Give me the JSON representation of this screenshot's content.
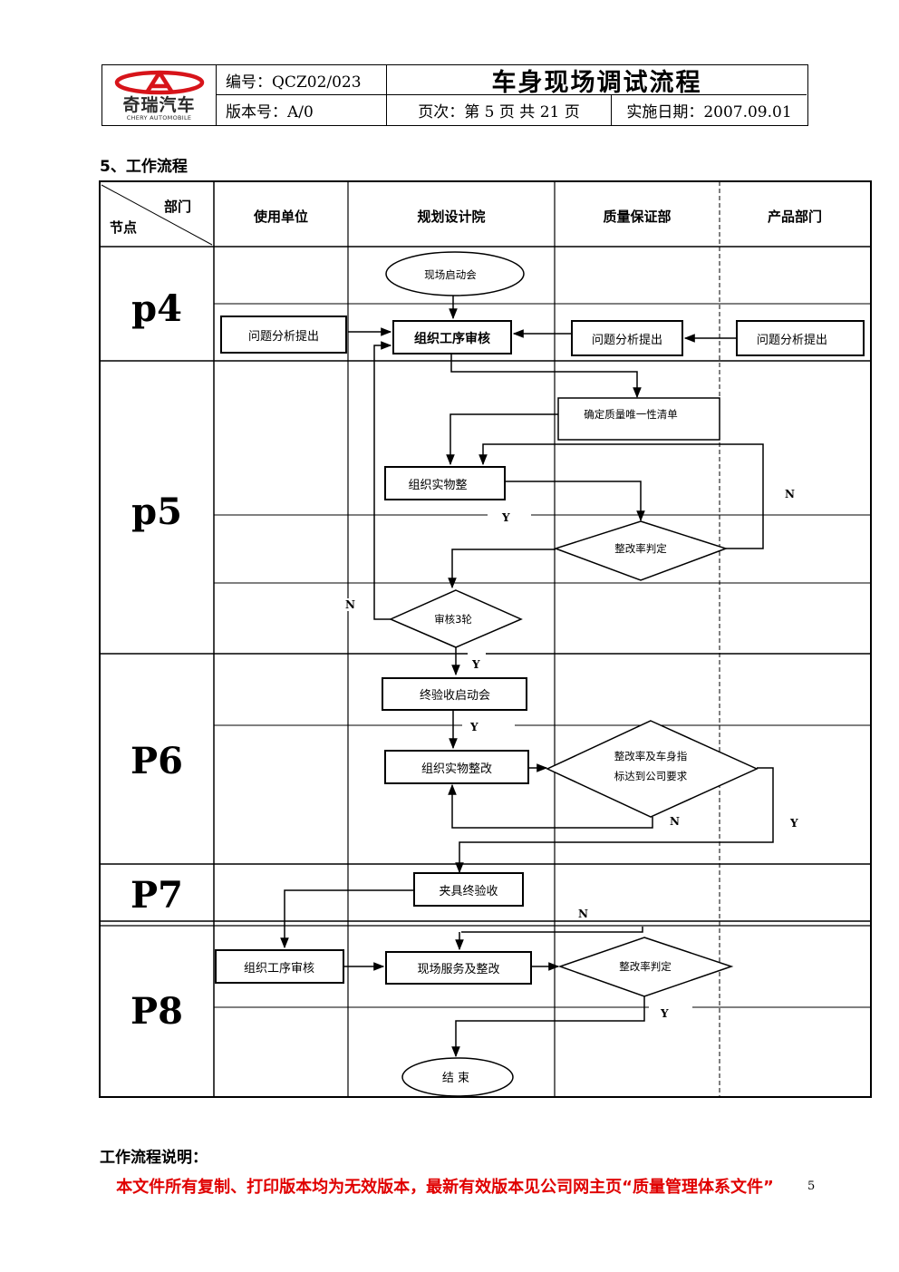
{
  "header": {
    "logo_text": "奇瑞汽车",
    "logo_subtext": "CHERY AUTOMOBILE",
    "code": "编号：QCZ02/023",
    "version": "版本号：A/0",
    "title": "车身现场调试流程",
    "page_info": "页次：第 5 页 共 21 页",
    "effective_date": "实施日期：2007.09.01"
  },
  "section_title": "5、工作流程",
  "flowchart": {
    "corner_dept": "部门",
    "corner_node": "节点",
    "departments": [
      "使用单位",
      "规划设计院",
      "质量保证部",
      "产品部门"
    ],
    "nodes": [
      "p4",
      "p5",
      "P6",
      "P7",
      "P8"
    ],
    "boxes": {
      "kickoff": "现场启动会",
      "issue_user": "问题分析提出",
      "org_review": "组织工序审核",
      "issue_quality": "问题分析提出",
      "issue_product": "问题分析提出",
      "quality_list": "确定质量唯一性清单",
      "rectify1": "组织实物整",
      "decision_rate": "整改率判定",
      "decision_review": "审核3轮",
      "final_kickoff": "终验收启动会",
      "rectify2": "组织实物整改",
      "decision_target_1": "整改率及车身指",
      "decision_target_2": "标达到公司要求",
      "final_accept": "夹具终验收",
      "review_p8": "组织工序审核",
      "onsite": "现场服务及整改",
      "decision_rate_p8": "整改率判定",
      "end": "结  束"
    },
    "labels": {
      "yes": "Y",
      "no": "N"
    }
  },
  "desc_title": "工作流程说明：",
  "notice": "本文件所有复制、打印版本均为无效版本，最新有效版本见公司网主页“质量管理体系文件”",
  "page_number": "5",
  "colors": {
    "notice": "#e00000",
    "logo": "#d7141a"
  }
}
